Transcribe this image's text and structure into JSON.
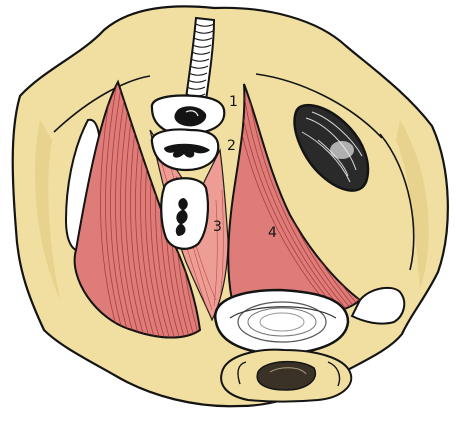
{
  "labels": [
    {
      "id": "label-1",
      "text": "1"
    },
    {
      "id": "label-2",
      "text": "2"
    },
    {
      "id": "label-3",
      "text": "3"
    },
    {
      "id": "label-4",
      "text": "4"
    }
  ],
  "colors": {
    "bone": "#f0dfa0",
    "bone_dark": "#e3cd85",
    "muscle": "#dd7c78",
    "muscle_light": "#ee9a94",
    "muscle_fiber": "#9a2a2a",
    "ink": "#141414",
    "white": "#ffffff",
    "canal": "#3a3226"
  }
}
